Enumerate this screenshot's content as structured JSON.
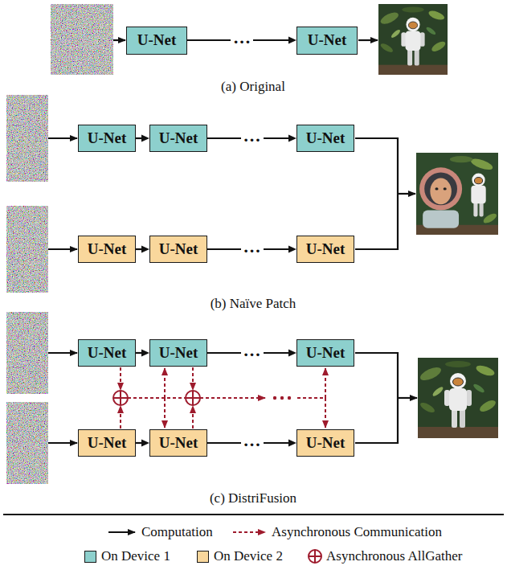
{
  "diagram": {
    "nodes": [
      {
        "text": [
          "U-Net"
        ]
      },
      {
        "text": [
          "U-Net"
        ]
      },
      {
        "text": [
          "U-Net"
        ]
      },
      {
        "text": [
          "U-Net"
        ]
      },
      {
        "text": [
          "U-Net"
        ]
      },
      {
        "text": [
          "U-Net"
        ]
      },
      {
        "text": [
          "U-Net"
        ]
      },
      {
        "text": [
          "U-Net"
        ]
      },
      {
        "text": [
          "U-Net"
        ]
      },
      {
        "text": [
          "U-Net"
        ]
      },
      {
        "text": [
          "U-Net"
        ]
      },
      {
        "text": [
          "U-Net"
        ]
      },
      {
        "text": [
          "U-Net"
        ]
      },
      {
        "text": [
          "U-Net"
        ]
      }
    ],
    "edges": [
      {
        "from": 0,
        "to": 1,
        "label": "…",
        "arrow": "to"
      },
      {
        "from": 2,
        "to": 3,
        "arrow": "to"
      },
      {
        "from": 3,
        "to": 4,
        "label": "…",
        "arrow": "to"
      },
      {
        "from": 5,
        "to": 6,
        "arrow": "to"
      },
      {
        "from": 6,
        "to": 7,
        "label": "…",
        "arrow": "to"
      },
      {
        "from": 8,
        "to": 9,
        "arrow": "to"
      },
      {
        "from": 9,
        "to": 10,
        "label": "…",
        "arrow": "to"
      },
      {
        "from": 11,
        "to": 12,
        "arrow": "to"
      },
      {
        "from": 12,
        "to": 13,
        "label": "…",
        "arrow": "to"
      }
    ],
    "labels": [
      "(a) Original",
      "(b) Naïve Patch",
      "(c) DistriFusion"
    ],
    "legend": [
      {
        "text": "Computation"
      },
      {
        "text": "Asynchronous Communication"
      },
      {
        "text": "On Device 1",
        "color": "#8dd0cd"
      },
      {
        "text": "On Device 2",
        "color": "#f9d79c"
      },
      {
        "text": "Asynchronous AllGather"
      }
    ]
  }
}
